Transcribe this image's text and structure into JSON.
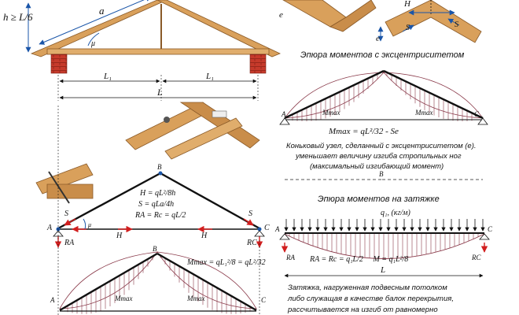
{
  "colors": {
    "wood": "#d9a05b",
    "wood_dark": "#b87a3a",
    "brick": "#c63a2b",
    "truss_line": "#111111",
    "dim_blue": "#1a55a8",
    "accent_red": "#d21f1f",
    "hatch": "#8a3a4a"
  },
  "top_frame": {
    "h_label": "h ≥ L/6",
    "a_label": "a",
    "mu_label": "μ",
    "L1_left": "L₁",
    "L1_right": "L₁",
    "L_label": "L"
  },
  "eccentric_detail": {
    "e_top": "e",
    "e_bottom": "e",
    "H_label": "H",
    "S_left": "S",
    "S_right": "S"
  },
  "moment_ecc": {
    "title": "Эпюра моментов с эксцентриситетом",
    "A": "A",
    "C": "C",
    "mmax_left": "Mmax",
    "mmax_right": "Mmax",
    "formula": "Mmax = qL²/32 - Se",
    "caption_lines": [
      "Коньковый узел, сделанный с эксцентриситетом (е).",
      "уменьшает величину изгиба стропильных ног",
      "(максимальный изгибающий момент)"
    ]
  },
  "truss_forces": {
    "B": "B",
    "A": "A",
    "C": "C",
    "S_left": "S",
    "S_right": "S",
    "H_left": "H",
    "H_right": "H",
    "RA": "RA",
    "RC": "RC",
    "mu": "μ",
    "eq1": "H = qL²/8h",
    "eq2": "S = qLa/4h",
    "eq3": "RA = Rc = qL/2"
  },
  "tie_moment": {
    "title": "Эпюра моментов на затяжке",
    "B": "B",
    "load": "q₁, (кг/м)",
    "A": "A",
    "C": "C",
    "RA": "RA",
    "RC": "RC",
    "eq": "RA = Rc = q₁L/2     M = q₁L²/8",
    "L_label": "L",
    "caption_lines": [
      "Затяжка, нагруженная подвесным потолком",
      "либо служащая в качестве балок перекрытия,",
      "рассчитывается на изгиб от равномерно"
    ]
  },
  "bottom_moment": {
    "B": "B",
    "formula": "Mmax = qL₁²/8 = qL²/32",
    "mmax_left": "Mmax",
    "mmax_right": "Mmax",
    "A": "A",
    "C": "C"
  }
}
